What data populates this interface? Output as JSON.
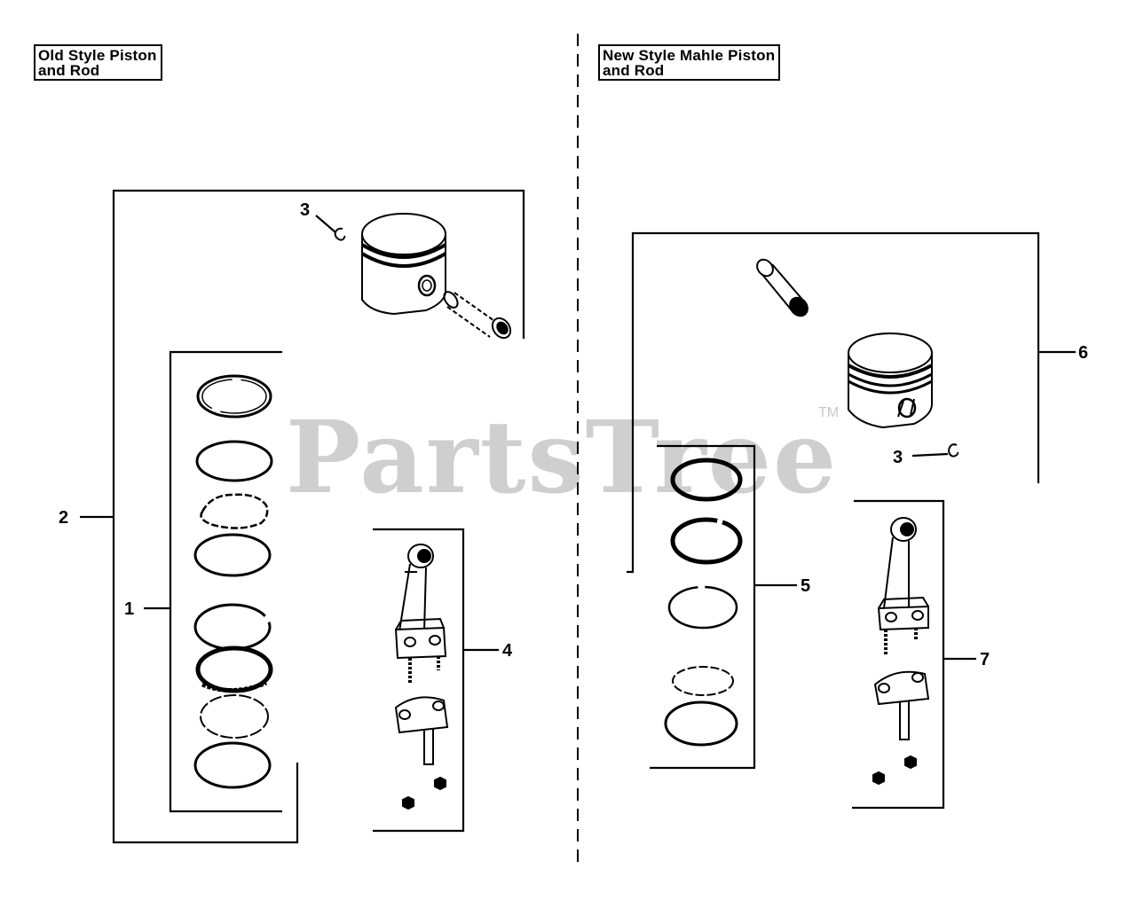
{
  "left_panel": {
    "title_line1": "Old Style Piston",
    "title_line2": "and Rod"
  },
  "right_panel": {
    "title_line1": "New Style Mahle Piston",
    "title_line2": "and Rod"
  },
  "callouts": {
    "c1": "1",
    "c2": "2",
    "c3_left": "3",
    "c4": "4",
    "c3_right": "3",
    "c5": "5",
    "c6": "6",
    "c7": "7"
  },
  "watermark": {
    "text": "PartsTree",
    "mark": "TM"
  }
}
